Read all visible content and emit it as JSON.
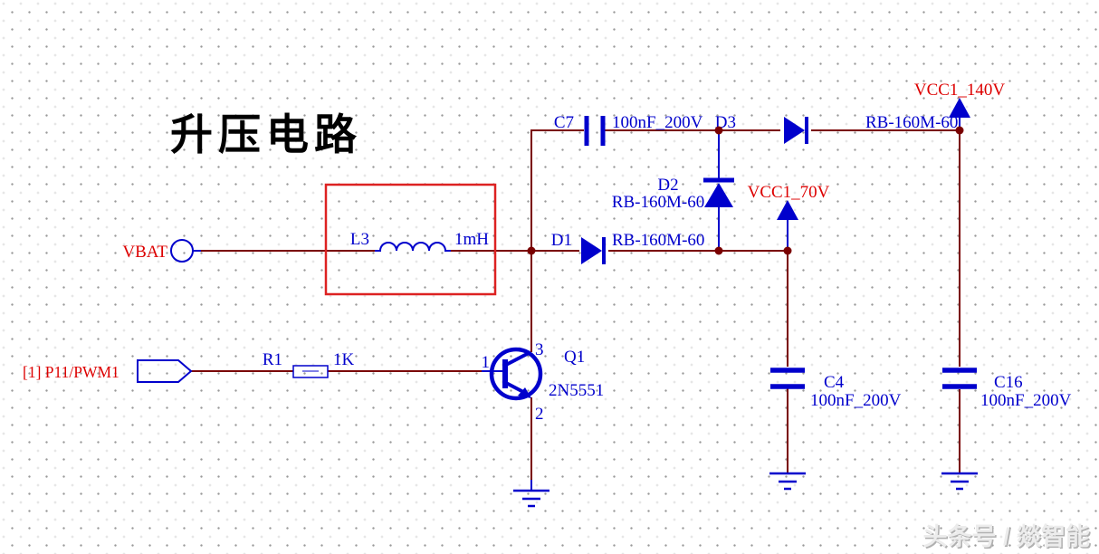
{
  "page": {
    "title": "升压电路",
    "watermark": "头条号 / 燚智能"
  },
  "nets": {
    "vbat": "VBAT",
    "pwm_input": "[1] P11/PWM1",
    "vcc1_70v": "VCC1_70V",
    "vcc1_140v": "VCC1_140V"
  },
  "components": {
    "L3": {
      "ref": "L3",
      "value": "1mH"
    },
    "R1": {
      "ref": "R1",
      "value": "1K"
    },
    "C7": {
      "ref": "C7",
      "value": "100nF_200V"
    },
    "C4": {
      "ref": "C4",
      "value": "100nF_200V"
    },
    "C16": {
      "ref": "C16",
      "value": "100nF_200V"
    },
    "D1": {
      "ref": "D1",
      "value": "RB-160M-60"
    },
    "D2": {
      "ref": "D2",
      "value": "RB-160M-60"
    },
    "D3": {
      "ref": "D3",
      "value": "RB-160M-60"
    },
    "Q1": {
      "ref": "Q1",
      "value": "2N5551",
      "pin_base": "1",
      "pin_collector": "3",
      "pin_emitter": "2"
    }
  },
  "colors": {
    "wire": "#7A0000",
    "symbol": "#0000CC",
    "net_label": "#DD0000",
    "highlight_box": "#DD2222"
  }
}
